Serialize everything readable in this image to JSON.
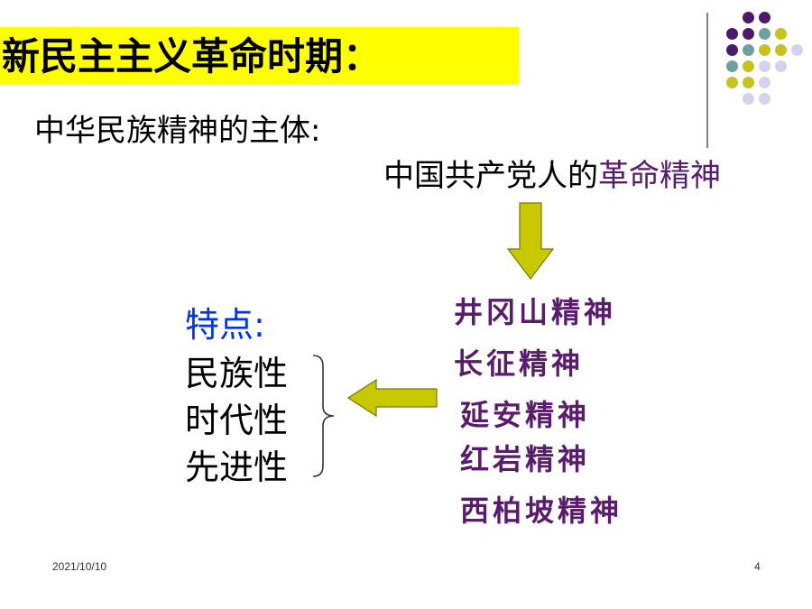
{
  "title": "新民主主义革命时期：",
  "subject": {
    "label": "中华民族精神的主体:",
    "value_prefix": "中国共产党人的",
    "value_highlight": "革命精神"
  },
  "spirits": [
    "井冈山精神",
    "长征精神",
    "延安精神",
    "红岩精神",
    "西柏坡精神"
  ],
  "features": {
    "label": "特点:",
    "items": [
      "民族性",
      "时代性",
      "先进性"
    ]
  },
  "footer": {
    "date": "2021/10/10",
    "page": "4"
  },
  "colors": {
    "title_bg": "#ffff00",
    "accent_purple": "#5a1a6e",
    "feature_label_blue": "#0033ee",
    "arrow_olive": "#c8c800",
    "dot_purple": "#4b1a6b",
    "dot_teal": "#6fa0a0",
    "dot_olive": "#c8c31a",
    "dot_lavender": "#d7d2ec"
  }
}
